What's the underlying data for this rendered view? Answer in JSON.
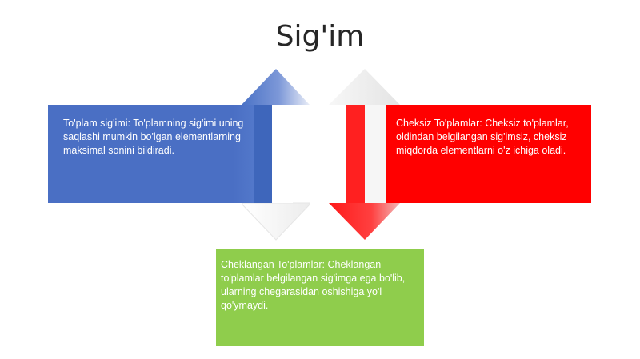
{
  "slide": {
    "title": "Sig'im"
  },
  "boxes": {
    "blue": {
      "text": "To'plam sig'imi: To'plamning sig'imi uning saqlashi mumkin bo'lgan elementlarning maksimal sonini bildiradi.",
      "color": "#4472c4"
    },
    "red": {
      "text": "Cheksiz To'plamlar: Cheksiz to'plamlar, oldindan belgilangan sig'imsiz, cheksiz miqdorda elementlarni o'z ichiga oladi.",
      "color": "#ff0000"
    },
    "green": {
      "text": "Cheklangan To'plamlar: Cheklangan to'plamlar belgilangan sig'imga ega bo'lib, ularning chegarasidan oshishiga yo'l qo'ymaydi.",
      "color": "#8fce4a"
    }
  }
}
